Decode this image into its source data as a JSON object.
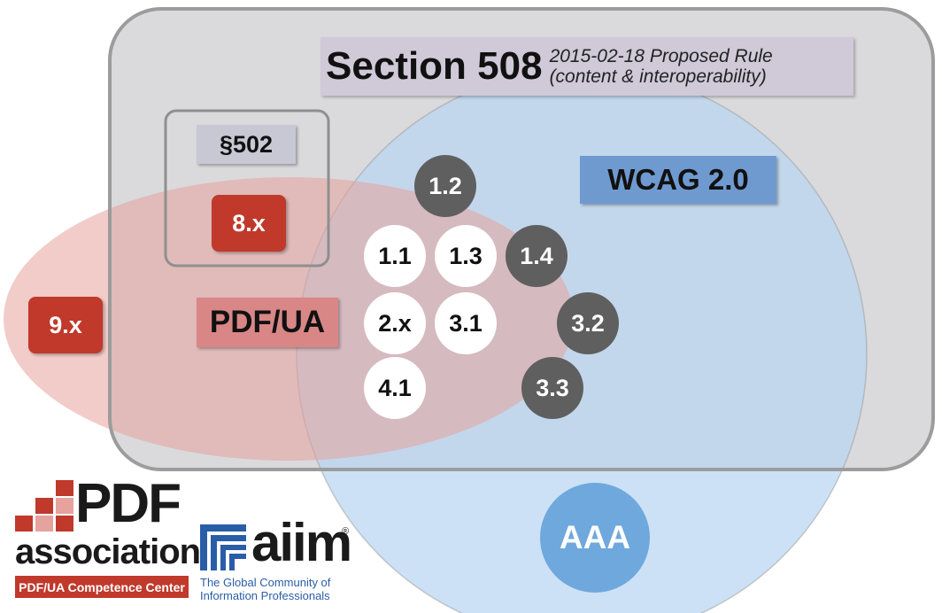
{
  "sections": {
    "section508": {
      "title": "Section 508",
      "subtitle_line1": "2015-02-18 Proposed Rule",
      "subtitle_line2": "(content & interoperability)"
    },
    "s502": "§502",
    "wcag": "WCAG 2.0",
    "pdfua": "PDF/UA",
    "pdfua_8x": "8.x",
    "pdfua_9x": "9.x",
    "aaa": "AAA"
  },
  "criteria": {
    "c12": "1.2",
    "c11": "1.1",
    "c13": "1.3",
    "c14": "1.4",
    "c2x": "2.x",
    "c31": "3.1",
    "c32": "3.2",
    "c41": "4.1",
    "c33": "3.3"
  },
  "logos": {
    "pdf_association": {
      "line1": "PDF",
      "line2": "association",
      "banner": "PDF/UA Competence Center"
    },
    "aiim": {
      "name": "aiim",
      "tagline_line1": "The Global Community of",
      "tagline_line2": "Information Professionals",
      "registered": "®"
    }
  },
  "colors": {
    "section508_fill": "#d9d9db",
    "section508_border": "#9a9a9a",
    "wcag_fill": "#bcd7ef",
    "pdfua_fill": "#e8aeaa",
    "red_box": "#c0392b",
    "gray_circle": "#5f5f5f",
    "aaa_fill": "#6fa8dc"
  }
}
